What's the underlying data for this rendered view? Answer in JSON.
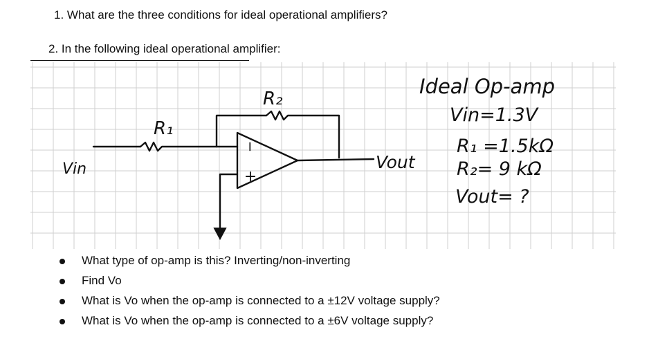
{
  "question1": "1.  What are the three conditions for ideal operational amplifiers?",
  "question2": "2. In the following ideal operational amplifier:",
  "figure": {
    "labels": {
      "r2": "R₂",
      "r1": "R₁",
      "vin_node": "Vin",
      "vout_node": "Vout",
      "plus_sign": "+",
      "minus_sign": "−"
    },
    "notes": {
      "title": "Ideal Op-amp",
      "vin": "Vin=1.3V",
      "r1": "R₁ =1.5kΩ",
      "r2": "R₂= 9 kΩ",
      "vout": "Vout= ?"
    }
  },
  "bullets": [
    "What type of op-amp is this? Inverting/non-inverting",
    "Find Vo",
    "What is Vo when the op-amp is connected to a ±12V voltage supply?",
    "What is Vo when the op-amp is connected to a ±6V voltage supply?"
  ]
}
